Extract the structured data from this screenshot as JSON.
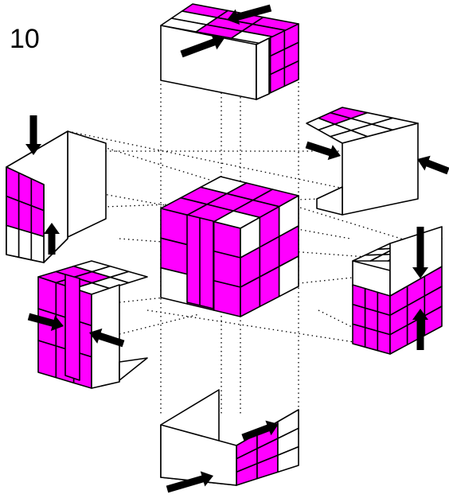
{
  "puzzle": {
    "number": "10"
  },
  "colors": {
    "filled": "#ff00ff",
    "empty": "#ffffff",
    "line": "#000000"
  },
  "views": [
    {
      "name": "top-view",
      "icons": [
        "push-arrow-icon",
        "push-arrow-icon"
      ]
    },
    {
      "name": "left-view",
      "icons": [
        "push-arrow-icon",
        "push-arrow-icon"
      ]
    },
    {
      "name": "right-back-view",
      "icons": [
        "push-arrow-icon",
        "push-arrow-icon"
      ]
    },
    {
      "name": "left-front-view",
      "icons": [
        "push-arrow-icon",
        "push-arrow-icon"
      ]
    },
    {
      "name": "right-front-view",
      "icons": [
        "push-arrow-icon",
        "push-arrow-icon"
      ]
    },
    {
      "name": "bottom-view",
      "icons": [
        "push-arrow-icon",
        "push-arrow-icon"
      ]
    }
  ]
}
